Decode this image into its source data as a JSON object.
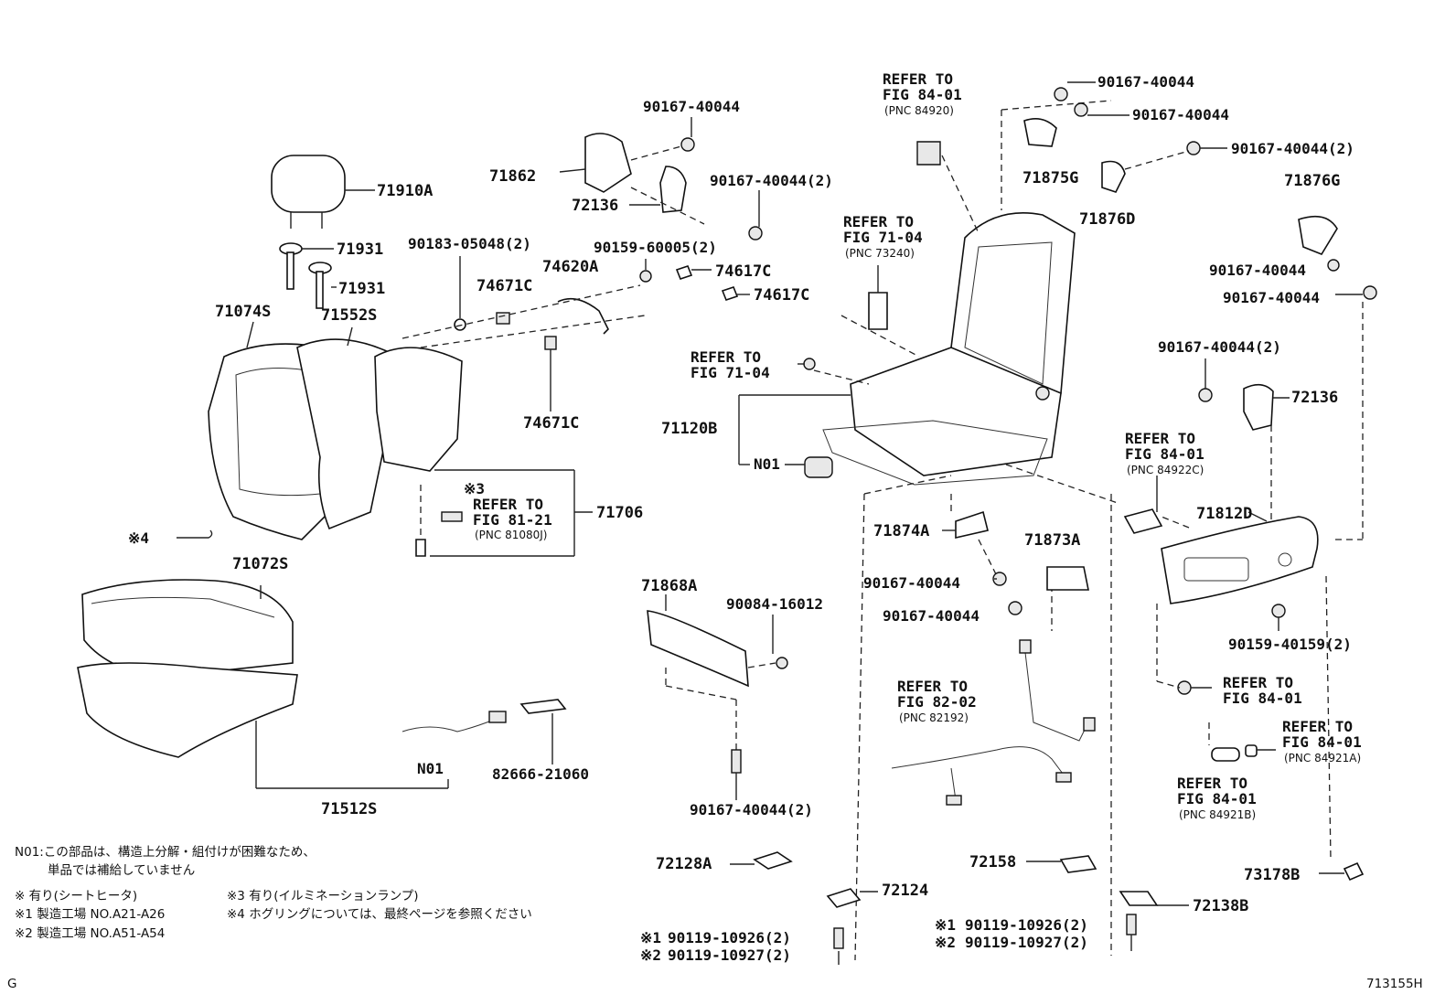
{
  "labels": {
    "p71910A": "71910A",
    "p71931a": "71931",
    "p71931b": "71931",
    "p71074S": "71074S",
    "p71552S": "71552S",
    "p71072S": "71072S",
    "p71512S": "71512S",
    "n01_left": "N01",
    "p82666": "82666-21060",
    "star4": "※4",
    "p71862": "71862",
    "p72136a": "72136",
    "b90167_top": "90167-40044",
    "b90167_2a": "90167-40044(2)",
    "b90183": "90183-05048(2)",
    "b90159": "90159-60005(2)",
    "p74620A": "74620A",
    "p74671Ca": "74671C",
    "p74671Cb": "74671C",
    "p74617Ca": "74617C",
    "p74617Cb": "74617C",
    "star3": "※3",
    "ref_81_21_a": "REFER TO",
    "ref_81_21_b": "FIG 81-21",
    "ref_81_21_c": "(PNC 81080J)",
    "p71706": "71706",
    "ref_84_01_top_a": "REFER TO",
    "ref_84_01_top_b": "FIG 84-01",
    "ref_84_01_top_c": "(PNC 84920)",
    "ref_71_04_a": "REFER TO",
    "ref_71_04_b": "FIG 71-04",
    "ref_71_04_c": "(PNC 73240)",
    "ref_71_04b_a": "REFER TO",
    "ref_71_04b_b": "FIG 71-04",
    "p71120B": "71120B",
    "n01_mid": "N01",
    "p71874A": "71874A",
    "p71873A": "71873A",
    "b90167_m1": "90167-40044",
    "b90167_m2": "90167-40044",
    "ref_82_02_a": "REFER TO",
    "ref_82_02_b": "FIG 82-02",
    "ref_82_02_c": "(PNC 82192)",
    "p71868A": "71868A",
    "b90084": "90084-16012",
    "b90167_2b": "90167-40044(2)",
    "p72128A": "72128A",
    "p72124": "72124",
    "p72158": "72158",
    "s1a": "※1",
    "s2a": "※2",
    "b90119_26a": "90119-10926(2)",
    "b90119_27a": "90119-10927(2)",
    "s1b": "※1",
    "s2b": "※2",
    "b90119_26b": "90119-10926(2)",
    "b90119_27b": "90119-10927(2)",
    "b90167_r1": "90167-40044",
    "b90167_r2": "90167-40044",
    "b90167_r3": "90167-40044(2)",
    "p71875G": "71875G",
    "p71876D": "71876D",
    "p71876G": "71876G",
    "b90167_r4": "90167-40044",
    "b90167_r5": "90167-40044",
    "b90167_r6": "90167-40044(2)",
    "p72136b": "72136",
    "ref_84922_a": "REFER TO",
    "ref_84922_b": "FIG 84-01",
    "ref_84922_c": "(PNC 84922C)",
    "p71812D": "71812D",
    "b90159_r": "90159-40159(2)",
    "ref_84_01r_a": "REFER TO",
    "ref_84_01r_b": "FIG 84-01",
    "ref_84921A_a": "REFER TO",
    "ref_84921A_b": "FIG 84-01",
    "ref_84921A_c": "(PNC 84921A)",
    "ref_84921B_a": "REFER TO",
    "ref_84921B_b": "FIG 84-01",
    "ref_84921B_c": "(PNC 84921B)",
    "p73178B": "73178B",
    "p72138B": "72138B"
  },
  "notes": {
    "n01_line1": "N01:この部品は、構造上分解・組付けが困難なため、",
    "n01_line2": "単品では補給していません",
    "mark": "※  有り(シートヒータ)",
    "mark3": "※3 有り(イルミネーションランプ)",
    "mark1": "※1 製造工場 NO.A21-A26",
    "mark4": "※4 ホグリングについては、最終ページを参照ください",
    "mark2": "※2 製造工場 NO.A51-A54"
  },
  "footer": {
    "left": "G",
    "right": "713155H"
  }
}
